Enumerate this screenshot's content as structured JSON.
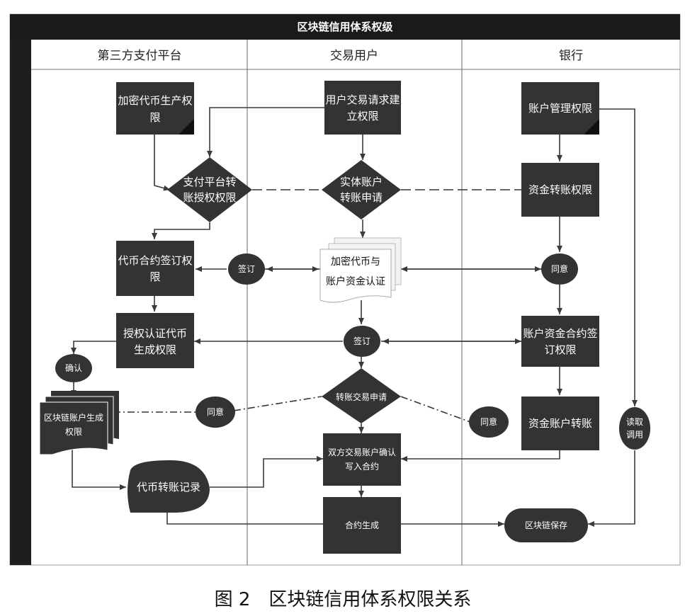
{
  "title": "区块链信用体系权级",
  "lanes": [
    "第三方支付平台",
    "交易用户",
    "银行"
  ],
  "nodes": {
    "mint_permission": [
      "加密代币生产权",
      "限"
    ],
    "payment_transfer_auth": [
      "支付平台转",
      "账授权权限"
    ],
    "token_contract_sign": [
      "代币合约签订权",
      "限"
    ],
    "auth_token_gen": [
      "授权认证代币",
      "生成权限"
    ],
    "confirm": "确认",
    "chain_account_doc": [
      "区块链账户生成",
      "权限"
    ],
    "agree_left": "同意",
    "token_transfer_record": "代币转账记录",
    "user_request": [
      "用户交易请求建",
      "立权限"
    ],
    "real_account_transfer": [
      "实体账户",
      "转账申请"
    ],
    "sign_top": "签订",
    "crypto_auth_doc": [
      "加密代币与",
      "账户资金认证"
    ],
    "sign_mid": "签订",
    "transfer_trade_request": "转账交易申请",
    "confirm_write_contract": [
      "双方交易账户确认",
      "写入合约"
    ],
    "contract_generated": "合约生成",
    "account_mgmt": "账户管理权限",
    "fund_transfer": "资金转账权限",
    "agree_right_top": "同意",
    "account_fund_contract": [
      "账户资金合约签",
      "订权限"
    ],
    "agree_right_mid": "同意",
    "fund_account_transfer": "资金账户转账",
    "read_call": [
      "读取",
      "调用"
    ],
    "chain_save": "区块链保存"
  },
  "caption": "图 2　区块链信用体系权限关系",
  "colors": {
    "node_fill": "#333333",
    "header_fill": "#1a1a1a",
    "frame": "#222222"
  }
}
